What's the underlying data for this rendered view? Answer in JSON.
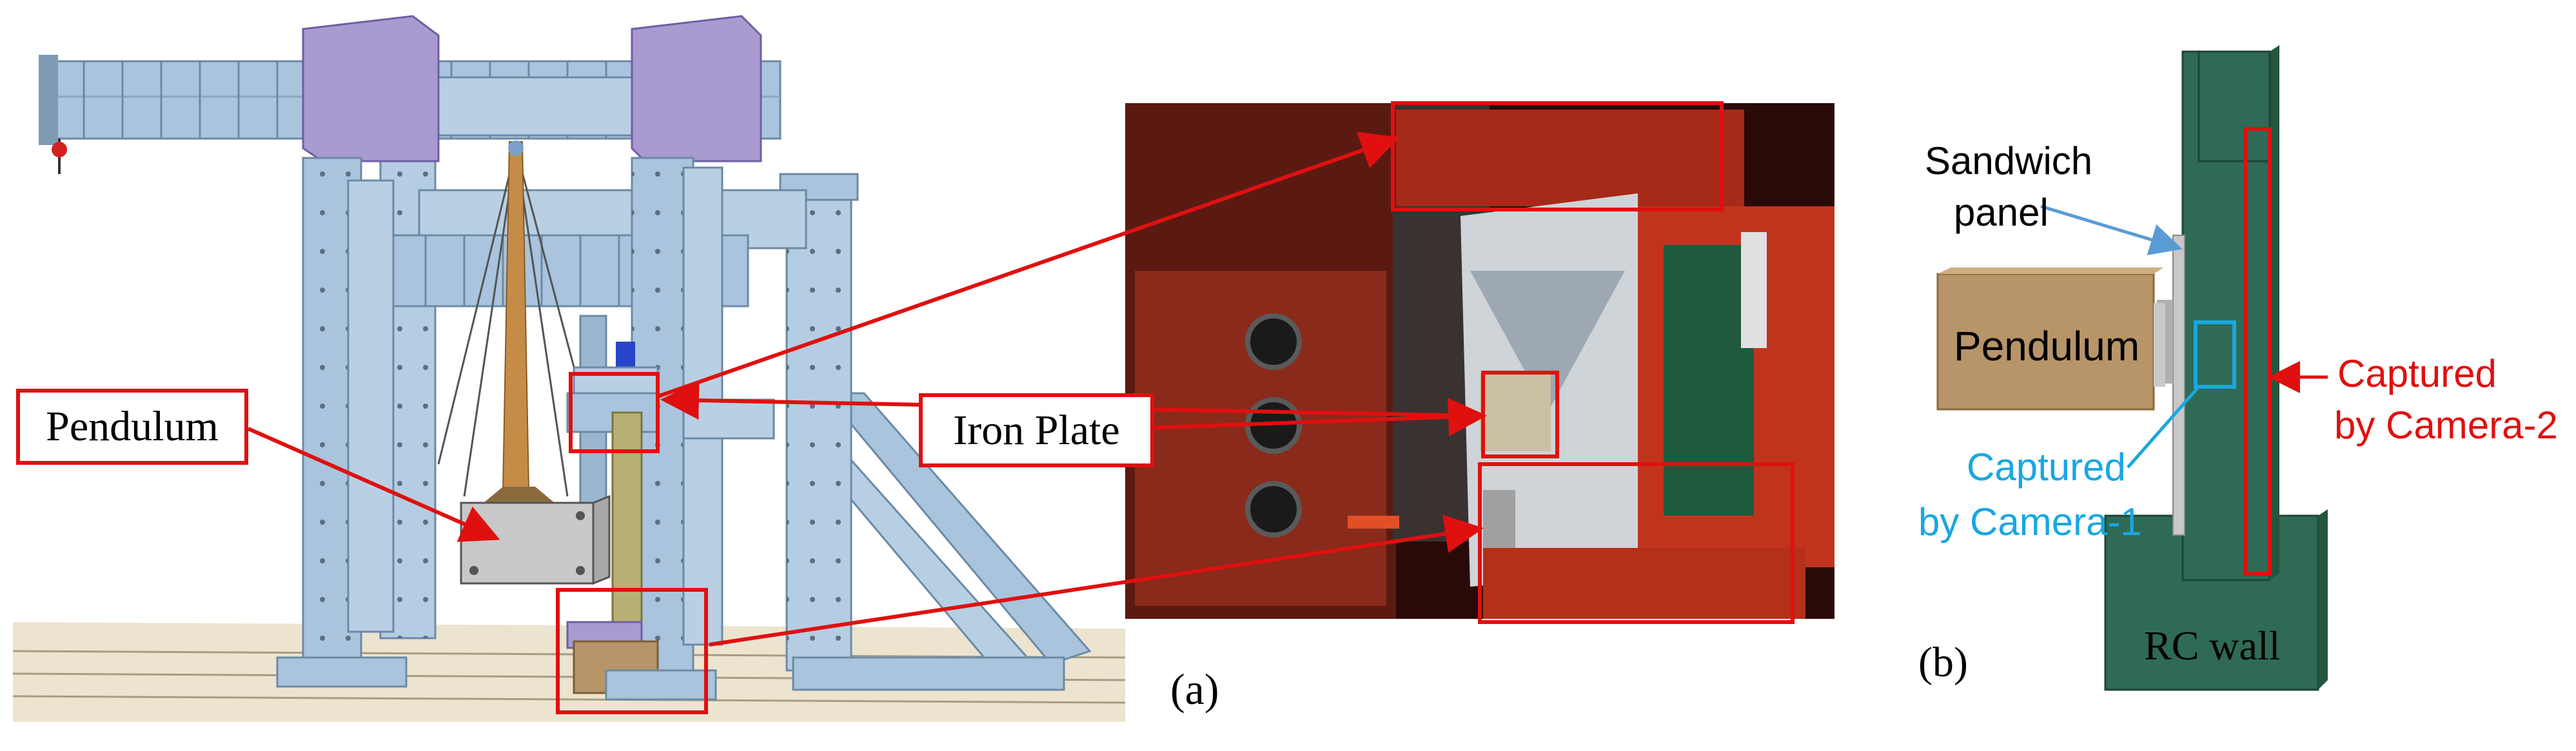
{
  "labels": {
    "pendulum_left": "Pendulum",
    "iron_plate": "Iron Plate",
    "panel_a": "(a)",
    "panel_b": "(b)",
    "sandwich_line1": "Sandwich",
    "sandwich_line2": "panel",
    "pendulum_right": "Pendulum",
    "cam1_line1": "Captured",
    "cam1_line2": "by Camera-1",
    "cam2_line1": "Captured",
    "cam2_line2": "by Camera-2",
    "rc_wall": "RC wall"
  },
  "colors": {
    "annotation_red": "#e01010",
    "camera1_blue": "#1aa7e0",
    "wall_green": "#2e6a55",
    "pendulum_tan": "#b89469",
    "steel_blue": "#a9c4dc",
    "steel_purple": "#a99ad0"
  }
}
